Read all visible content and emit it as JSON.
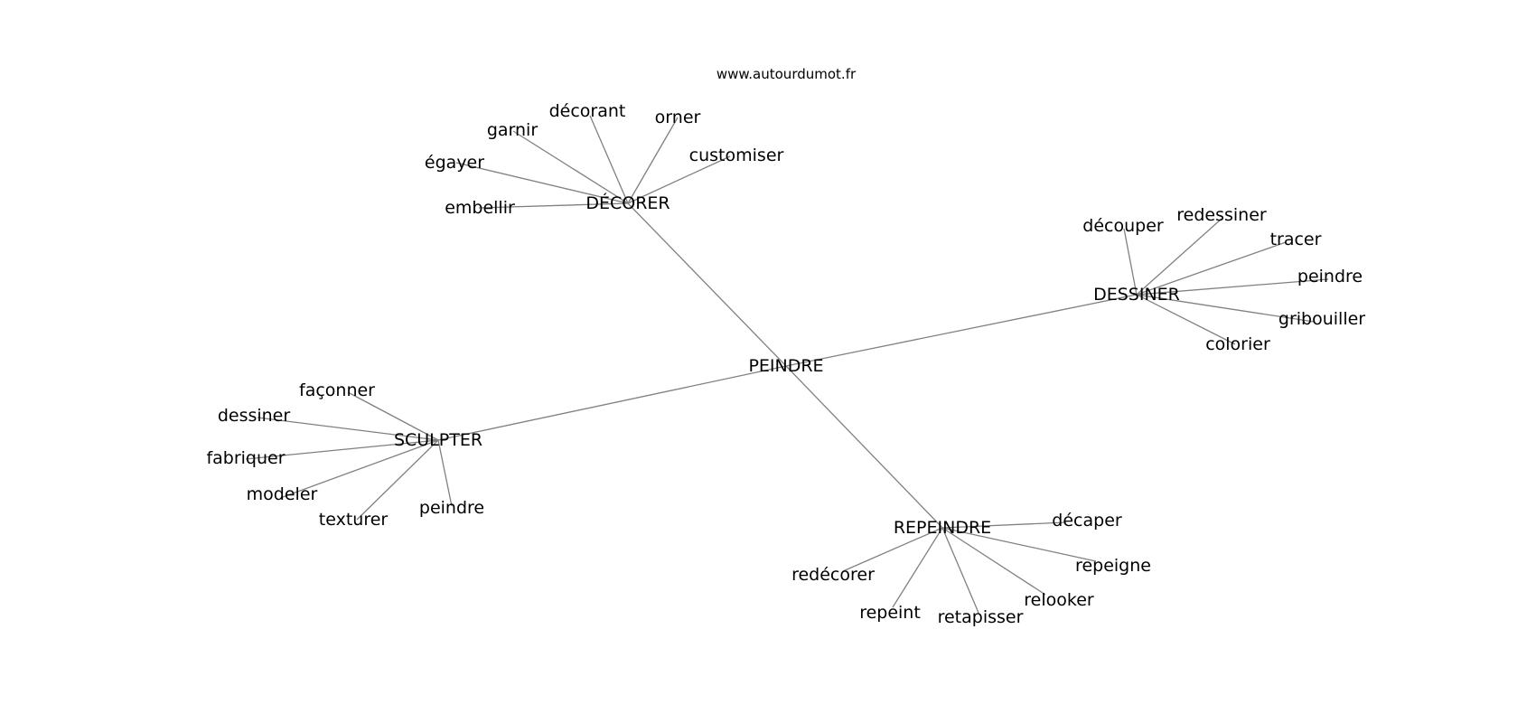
{
  "watermark": "www.autourdumot.fr",
  "nodes": {
    "center": "PEINDRE",
    "decorer": "DÉCORER",
    "dessiner_hub": "DESSINER",
    "sculpter": "SCULPTER",
    "repeindre": "REPEINDRE",
    "decorer_leaves": [
      "décorant",
      "orner",
      "garnir",
      "customiser",
      "égayer",
      "embellir"
    ],
    "dessiner_leaves": [
      "découper",
      "redessiner",
      "tracer",
      "peindre",
      "gribouiller",
      "colorier"
    ],
    "sculpter_leaves": [
      "façonner",
      "dessiner",
      "fabriquer",
      "modeler",
      "texturer",
      "peindre"
    ],
    "repeindre_leaves": [
      "décaper",
      "repeigne",
      "relooker",
      "retapisser",
      "repeint",
      "redécorer"
    ]
  },
  "colors": {
    "edge": "#808080",
    "text": "#000000",
    "background": "#ffffff"
  }
}
